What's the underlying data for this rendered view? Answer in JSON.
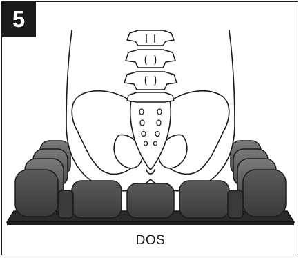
{
  "step": {
    "number": "5"
  },
  "caption": {
    "text": "DOS"
  },
  "illustration": {
    "subject": "pelvis-seated-on-cushion-back-view",
    "colors": {
      "line": "#1a1a1a",
      "cushion_top": "#5f5f5f",
      "cushion_side": "#4a4a4a",
      "cushion_dark": "#2e2e2e",
      "background": "#ffffff"
    }
  }
}
